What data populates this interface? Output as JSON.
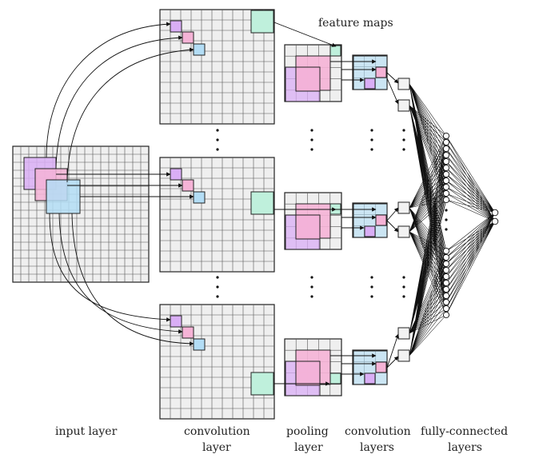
{
  "labels": {
    "feature_maps": "feature maps",
    "input_layer": "input layer",
    "convolution_layer_1": "convolution",
    "convolution_layer_2": "layer",
    "pooling_layer_1": "pooling",
    "pooling_layer_2": "layer",
    "convolution_layers_1": "convolution",
    "convolution_layers_2": "layers",
    "fully_connected_1": "fully-connected",
    "fully_connected_2": "layers"
  },
  "colors": {
    "grid_fill": "#efefef",
    "grid_line": "#555555",
    "violet": "#d9aef5",
    "pink": "#f5b3d6",
    "blue": "#b3ddf5",
    "mint": "#bff0dc"
  }
}
